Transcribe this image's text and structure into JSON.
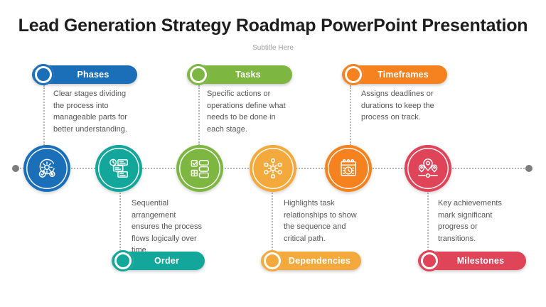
{
  "slide": {
    "title": "Lead Generation Strategy Roadmap PowerPoint Presentation",
    "subtitle": "Subtitle Here"
  },
  "items": [
    {
      "label": "Phases",
      "row": "top",
      "color": "#1b6fb8",
      "icon": "process-gear-icon",
      "description": "Clear stages dividing the process into manageable parts for better understanding."
    },
    {
      "label": "Order",
      "row": "bottom",
      "color": "#12a79a",
      "icon": "sequence-list-clock-icon",
      "description": "Sequential arrangement ensures the process flows logically over time."
    },
    {
      "label": "Tasks",
      "row": "top",
      "color": "#7db742",
      "icon": "checklist-icon",
      "description": "Specific actions or operations define what needs to be done in each stage."
    },
    {
      "label": "Dependencies",
      "row": "bottom",
      "color": "#f4a93c",
      "icon": "network-gear-icon",
      "description": "Highlights task relationships to show the sequence and critical path."
    },
    {
      "label": "Timeframes",
      "row": "top",
      "color": "#f6821f",
      "icon": "calendar-clock-icon",
      "description": "Assigns deadlines or durations to keep the process on track."
    },
    {
      "label": "Milestones",
      "row": "bottom",
      "color": "#e04459",
      "icon": "map-pins-route-icon",
      "description": "Key achievements mark significant progress or transitions."
    }
  ],
  "timeline": {
    "connector_color": "#b5b5b5",
    "endpoint_dot_color": "#7d7d7d"
  }
}
